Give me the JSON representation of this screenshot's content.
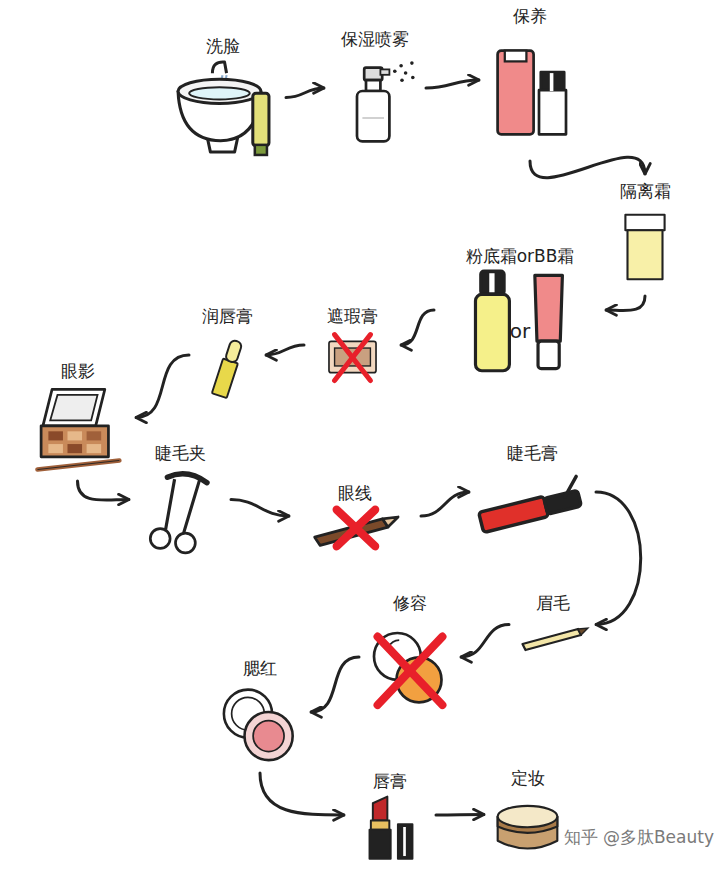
{
  "diagram": {
    "nodes": [
      {
        "text": [
          "洗脸"
        ]
      },
      {
        "text": [
          "保湿喷雾"
        ]
      },
      {
        "text": [
          "保养"
        ]
      },
      {
        "text": [
          "隔离霜"
        ]
      },
      {
        "text": [
          "粉底霜orBB霜",
          "or"
        ]
      },
      {
        "text": [
          "遮瑕膏"
        ]
      },
      {
        "text": [
          "润唇膏"
        ]
      },
      {
        "text": [
          "眼影"
        ]
      },
      {
        "text": [
          "睫毛夹"
        ]
      },
      {
        "text": [
          "眼线"
        ]
      },
      {
        "text": [
          "睫毛膏"
        ]
      },
      {
        "text": [
          "眉毛"
        ]
      },
      {
        "text": [
          "修容"
        ]
      },
      {
        "text": [
          "腮红"
        ]
      },
      {
        "text": [
          "唇膏"
        ]
      },
      {
        "text": [
          "定妆"
        ]
      }
    ],
    "edges": [
      {
        "from": 0,
        "to": 1,
        "arrow": "to"
      },
      {
        "from": 1,
        "to": 2,
        "arrow": "to"
      },
      {
        "from": 2,
        "to": 3,
        "arrow": "to"
      },
      {
        "from": 3,
        "to": 4,
        "arrow": "to"
      },
      {
        "from": 4,
        "to": 5,
        "arrow": "to"
      },
      {
        "from": 5,
        "to": 6,
        "arrow": "to"
      },
      {
        "from": 6,
        "to": 7,
        "arrow": "to"
      },
      {
        "from": 7,
        "to": 8,
        "arrow": "to"
      },
      {
        "from": 8,
        "to": 9,
        "arrow": "to"
      },
      {
        "from": 9,
        "to": 10,
        "arrow": "to"
      },
      {
        "from": 10,
        "to": 11,
        "arrow": "to"
      },
      {
        "from": 11,
        "to": 12,
        "arrow": "to"
      },
      {
        "from": 12,
        "to": 13,
        "arrow": "to"
      },
      {
        "from": 13,
        "to": 14,
        "arrow": "to"
      },
      {
        "from": 14,
        "to": 15,
        "arrow": "to"
      }
    ],
    "labels": [
      "知乎 @多肽Beauty"
    ]
  }
}
